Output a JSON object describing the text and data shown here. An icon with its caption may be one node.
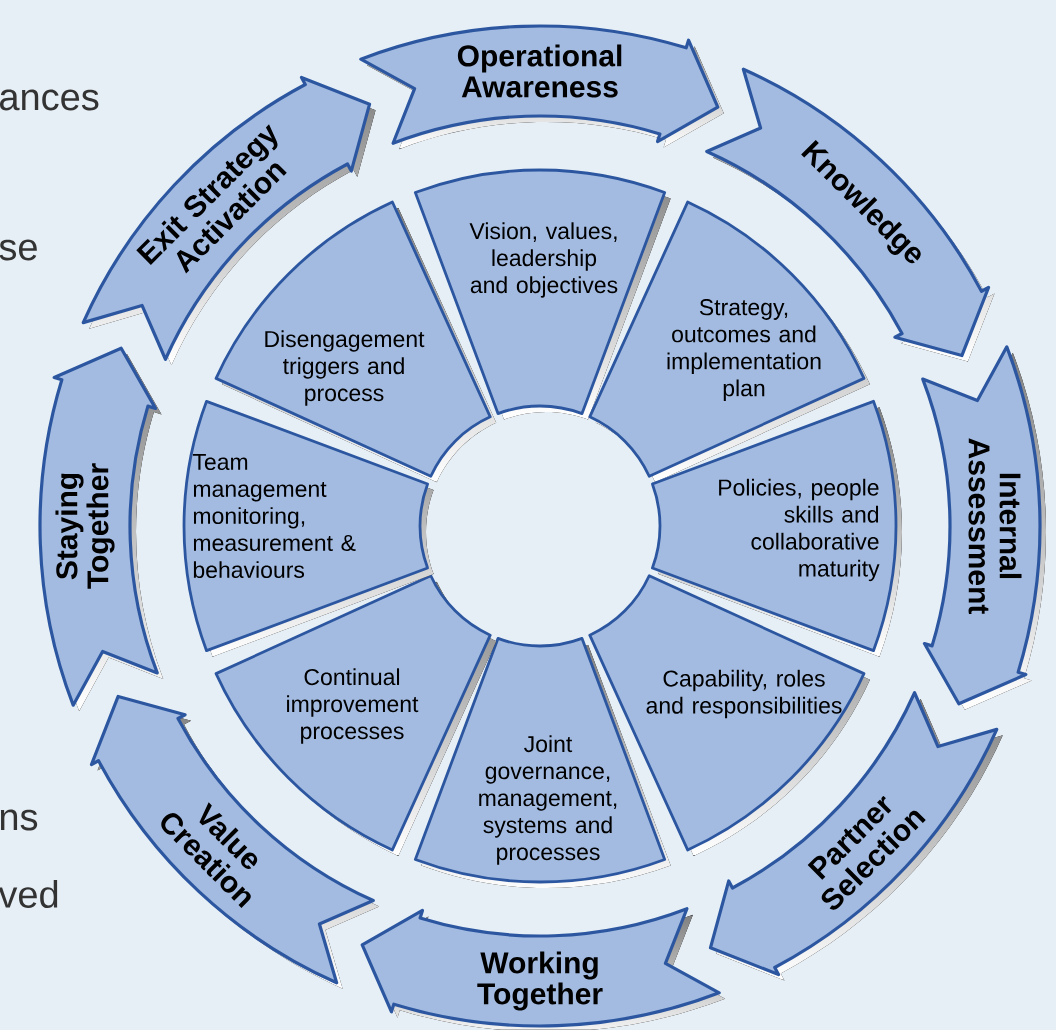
{
  "diagram": {
    "nodes": [
      {
        "text": [
          "Operational Awareness"
        ]
      },
      {
        "text": [
          "Knowledge"
        ]
      },
      {
        "text": [
          "Internal Assessment"
        ]
      },
      {
        "text": [
          "Partner Selection"
        ]
      },
      {
        "text": [
          "Working Together"
        ]
      },
      {
        "text": [
          "Value Creation"
        ]
      },
      {
        "text": [
          "Staying Together"
        ]
      },
      {
        "text": [
          "Exit Strategy Activation"
        ]
      },
      {
        "text": [
          "Vision, values, leadership and objectives"
        ]
      },
      {
        "text": [
          "Strategy, outcomes and implementation plan"
        ]
      },
      {
        "text": [
          "Policies, people skills and collaborative maturity"
        ]
      },
      {
        "text": [
          "Capability, roles and responsibilities"
        ]
      },
      {
        "text": [
          "Joint governance, management, systems and processes"
        ]
      },
      {
        "text": [
          "Continual improvement processes"
        ]
      },
      {
        "text": [
          "Team management monitoring, measurement & behaviours"
        ]
      },
      {
        "text": [
          "Disengagement triggers and process"
        ]
      }
    ],
    "labels": [
      "ances",
      "se",
      "ns",
      "ved"
    ]
  }
}
